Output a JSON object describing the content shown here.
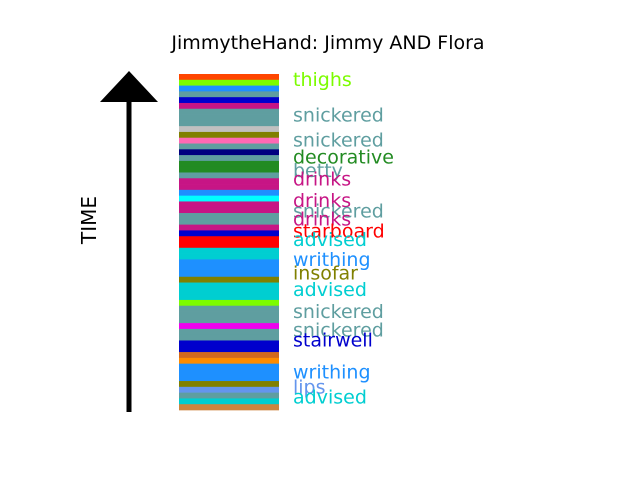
{
  "chart_data": {
    "type": "bar",
    "title": "JimmytheHand: Jimmy AND Flora",
    "ylabel": "TIME",
    "stripes": [
      "#ff4500",
      "#7cfc00",
      "#1e90ff",
      "#5f9ea0",
      "#0000cd",
      "#c71585",
      "#5f9ea0",
      "#5f9ea0",
      "#5f9ea0",
      "#c0c0c0",
      "#808000",
      "#ff69b4",
      "#5f9ea0",
      "#000080",
      "#5f9ea0",
      "#228b22",
      "#228b22",
      "#5f9ea0",
      "#c71585",
      "#c71585",
      "#1e90ff",
      "#00ffff",
      "#c71585",
      "#c71585",
      "#5f9ea0",
      "#5f9ea0",
      "#c71585",
      "#0000cd",
      "#ff0000",
      "#ff0000",
      "#00ced1",
      "#00ced1",
      "#1e90ff",
      "#1e90ff",
      "#1e90ff",
      "#808000",
      "#00ced1",
      "#00ced1",
      "#00ced1",
      "#7cfc00",
      "#5f9ea0",
      "#5f9ea0",
      "#5f9ea0",
      "#ee00ee",
      "#5f9ea0",
      "#5f9ea0",
      "#0000cd",
      "#0000cd",
      "#d2691e",
      "#ff8c00",
      "#1e90ff",
      "#1e90ff",
      "#1e90ff",
      "#808000",
      "#6495ed",
      "#5f9ea0",
      "#00ced1",
      "#cd853f"
    ],
    "labels": [
      {
        "text": "thighs",
        "color": "#7cfc00",
        "pos": 0.98
      },
      {
        "text": "snickered",
        "color": "#5f9ea0",
        "pos": 0.875
      },
      {
        "text": "snickered",
        "color": "#5f9ea0",
        "pos": 0.8
      },
      {
        "text": "decorative",
        "color": "#228b22",
        "pos": 0.75
      },
      {
        "text": "betty",
        "color": "#5f9ea0",
        "pos": 0.71
      },
      {
        "text": "drinks",
        "color": "#c71585",
        "pos": 0.685
      },
      {
        "text": "drinks",
        "color": "#c71585",
        "pos": 0.62
      },
      {
        "text": "snickered",
        "color": "#5f9ea0",
        "pos": 0.59
      },
      {
        "text": "drinks",
        "color": "#c71585",
        "pos": 0.565
      },
      {
        "text": "starboard",
        "color": "#ff0000",
        "pos": 0.53
      },
      {
        "text": "advised",
        "color": "#00ced1",
        "pos": 0.505
      },
      {
        "text": "writhing",
        "color": "#1e90ff",
        "pos": 0.445
      },
      {
        "text": "insofar",
        "color": "#808000",
        "pos": 0.405
      },
      {
        "text": "advised",
        "color": "#00ced1",
        "pos": 0.355
      },
      {
        "text": "snickered",
        "color": "#5f9ea0",
        "pos": 0.29
      },
      {
        "text": "snickered",
        "color": "#5f9ea0",
        "pos": 0.235
      },
      {
        "text": "stairwell",
        "color": "#0000cd",
        "pos": 0.205
      },
      {
        "text": "writhing",
        "color": "#1e90ff",
        "pos": 0.11
      },
      {
        "text": "lips",
        "color": "#6495ed",
        "pos": 0.065
      },
      {
        "text": "advised",
        "color": "#00ced1",
        "pos": 0.035
      }
    ],
    "arrow_color": "#000000"
  }
}
